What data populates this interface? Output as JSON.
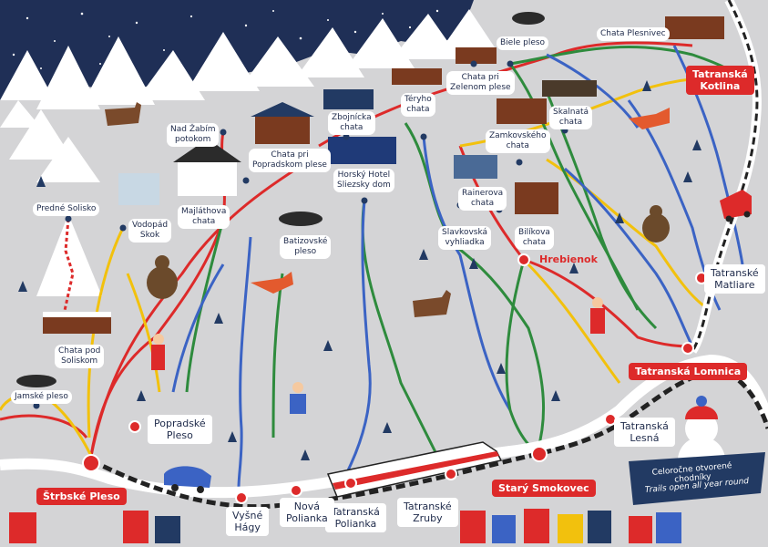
{
  "colors": {
    "sky": "#1f2f56",
    "ground": "#d4d4d6",
    "red_line": "#dd2a2a",
    "green_line": "#2e8b3d",
    "blue_line": "#3b63c4",
    "yellow_line": "#f2c10d",
    "rail": "#222222"
  },
  "labels": {
    "predne_solisko": "Predné Solisko",
    "nad_zabim": "Nad Žabím\npotokom",
    "chata_popradske": "Chata pri\nPopradskom plese",
    "zbojnicka": "Zbojnícka\nchata",
    "teryho": "Téryho\nchata",
    "chata_zelene": "Chata pri\nZelenom plese",
    "biele_pleso": "Biele pleso",
    "chata_plesnivec": "Chata Plesnivec",
    "skalnata": "Skalnatá\nchata",
    "zamkovskeho": "Zamkovského\nchata",
    "majlathova": "Majláthova\nchata",
    "vodopad_skok": "Vodopád\nSkok",
    "horsky_hotel": "Horský Hotel\nSliezsky dom",
    "rainerova": "Rainerova\nchata",
    "batizovske": "Batizovské\npleso",
    "slavkovska": "Slavkovská\nvyhliadka",
    "bilikova": "Bilíkova\nchata",
    "chata_solisko": "Chata pod\nSoliskom",
    "jamske": "Jamské pleso"
  },
  "towns": {
    "tatranska_kotlina": "Tatranská\nKotlina",
    "tatranske_matliare": "Tatranské\nMatliare",
    "hrebienok": "Hrebienok",
    "tatranska_lomnica": "Tatranská Lomnica",
    "tatranska_lesna": "Tatranská\nLesná",
    "stary_smokovec": "Starý Smokovec",
    "tatranske_zruby": "Tatranské\nZruby",
    "tatranska_polianka": "Tatranská\nPolianka",
    "nova_polianka": "Nová\nPolianka",
    "vysne_hagy": "Vyšné\nHágy",
    "strbske_pleso": "Štrbské Pleso",
    "popradske_pleso": "Popradské\nPleso"
  },
  "banner": {
    "czech": "Celoročne otvorené chodníky",
    "english": "Trails open all year round"
  }
}
